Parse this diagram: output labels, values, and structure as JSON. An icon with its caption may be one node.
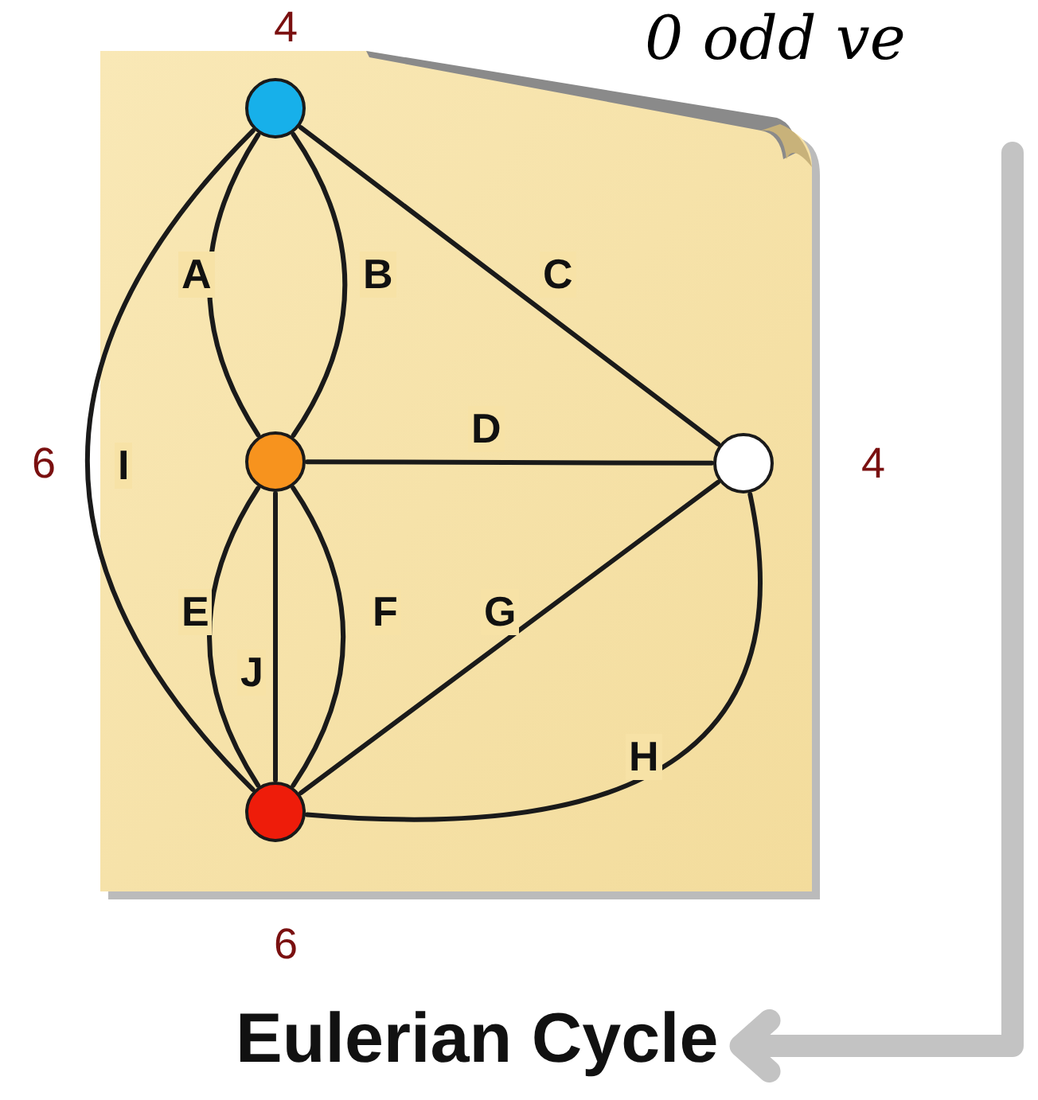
{
  "diagram": {
    "nodes": [
      {
        "text": [],
        "shape": "circle",
        "beside": [
          "4"
        ]
      },
      {
        "text": [],
        "shape": "circle"
      },
      {
        "text": [],
        "shape": "circle",
        "beside": [
          "4"
        ]
      },
      {
        "text": [],
        "shape": "circle",
        "beside": [
          "6"
        ]
      },
      {
        "text": [
          "Eulerian Cycle"
        ]
      }
    ],
    "edges": [
      {
        "from": 0,
        "to": 1,
        "arrow": "none",
        "label": "A"
      },
      {
        "from": 0,
        "to": 1,
        "arrow": "none",
        "label": "B"
      },
      {
        "from": 0,
        "to": 2,
        "arrow": "none",
        "label": "C"
      },
      {
        "from": 1,
        "to": 2,
        "arrow": "none",
        "label": "D"
      },
      {
        "from": 1,
        "to": 3,
        "arrow": "none",
        "label": "E"
      },
      {
        "from": 1,
        "to": 3,
        "arrow": "none",
        "label": "F"
      },
      {
        "from": 3,
        "to": 2,
        "arrow": "none",
        "label": "G"
      },
      {
        "from": 3,
        "to": 2,
        "arrow": "none",
        "label": "H"
      },
      {
        "from": 0,
        "to": 3,
        "arrow": "none",
        "label": "I"
      },
      {
        "from": 1,
        "to": 3,
        "arrow": "none",
        "label": "J"
      },
      {
        "from": null,
        "to": 4,
        "arrow": "to",
        "style": "thick",
        "color": "#c0c0c0"
      }
    ],
    "labels": [
      "0 odd ve",
      "6"
    ]
  }
}
